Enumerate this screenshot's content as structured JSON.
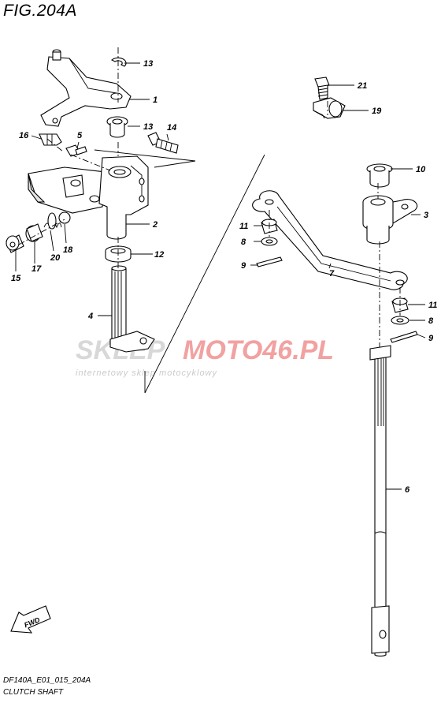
{
  "figure": {
    "title": "FIG.204A",
    "code": "DF140A_E01_015_204A",
    "name": "CLUTCH SHAFT"
  },
  "watermark": {
    "text_gray": "SKLEP",
    "text_red": "MOTO46.PL",
    "subtitle": "internetowy sklep motocyklowy",
    "color_gray": "#cfcfcf",
    "color_red": "#f08a8a"
  },
  "fwd_label": "FWD",
  "callouts": [
    {
      "id": "c-13a",
      "label": "13"
    },
    {
      "id": "c-1",
      "label": "1"
    },
    {
      "id": "c-13b",
      "label": "13"
    },
    {
      "id": "c-14",
      "label": "14"
    },
    {
      "id": "c-16",
      "label": "16"
    },
    {
      "id": "c-5",
      "label": "5"
    },
    {
      "id": "c-2",
      "label": "2"
    },
    {
      "id": "c-12",
      "label": "12"
    },
    {
      "id": "c-15",
      "label": "15"
    },
    {
      "id": "c-17",
      "label": "17"
    },
    {
      "id": "c-20",
      "label": "20"
    },
    {
      "id": "c-18",
      "label": "18"
    },
    {
      "id": "c-4",
      "label": "4"
    },
    {
      "id": "c-21",
      "label": "21"
    },
    {
      "id": "c-19",
      "label": "19"
    },
    {
      "id": "c-10",
      "label": "10"
    },
    {
      "id": "c-3",
      "label": "3"
    },
    {
      "id": "c-11a",
      "label": "11"
    },
    {
      "id": "c-8a",
      "label": "8"
    },
    {
      "id": "c-9a",
      "label": "9"
    },
    {
      "id": "c-7",
      "label": "7"
    },
    {
      "id": "c-11b",
      "label": "11"
    },
    {
      "id": "c-8b",
      "label": "8"
    },
    {
      "id": "c-9b",
      "label": "9"
    },
    {
      "id": "c-6",
      "label": "6"
    }
  ]
}
